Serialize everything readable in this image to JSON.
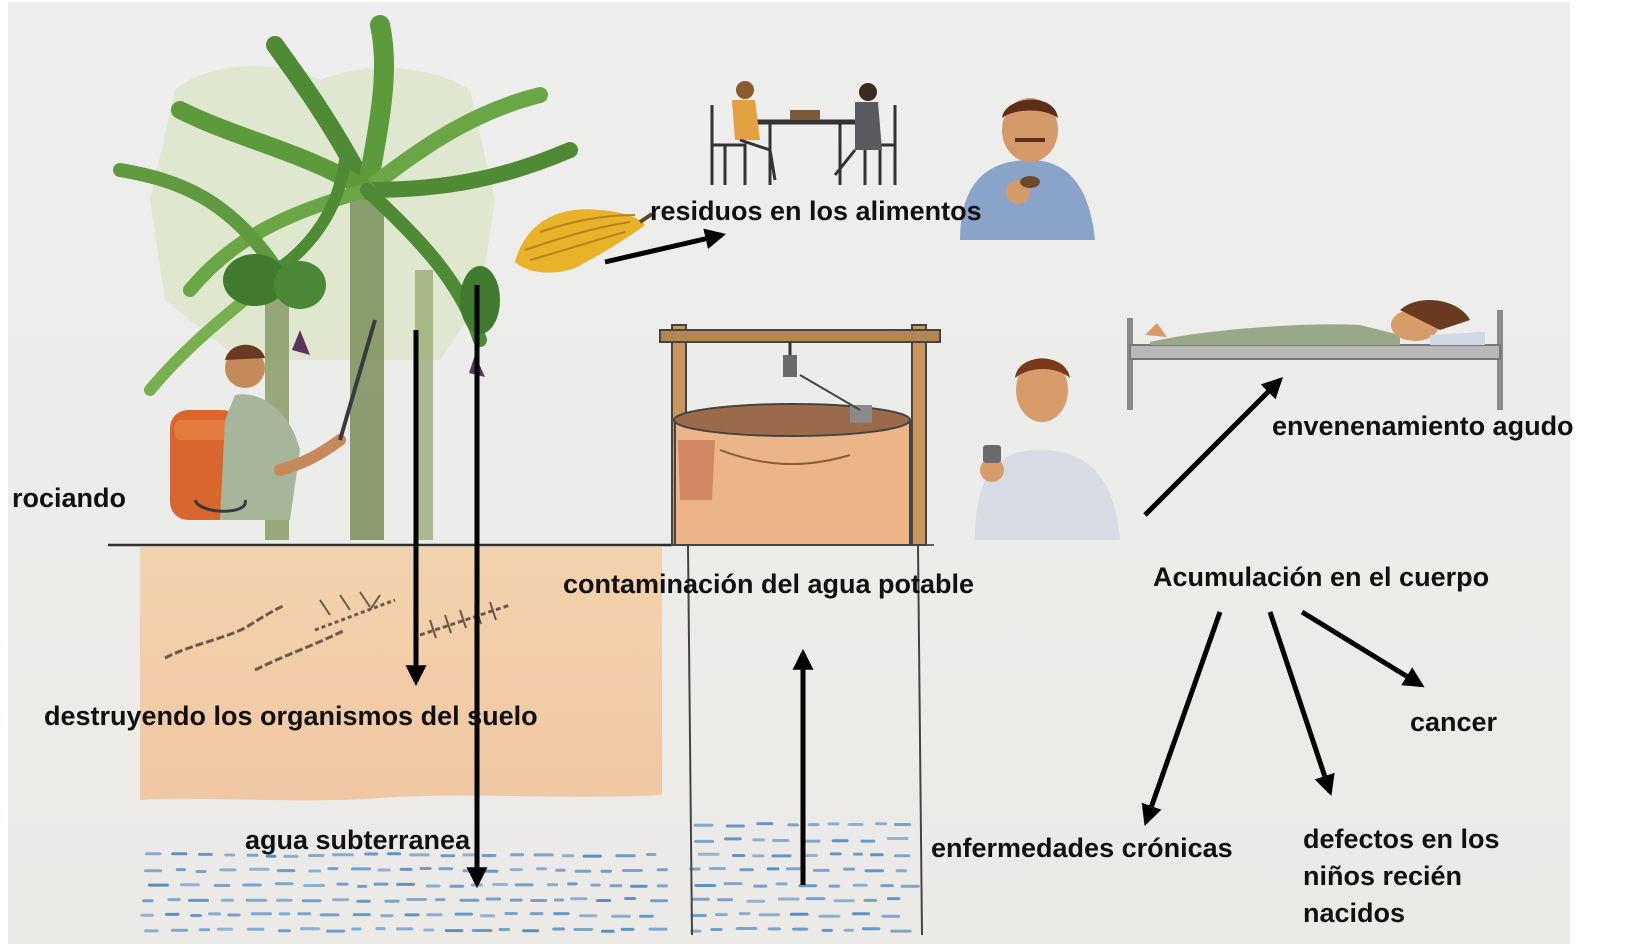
{
  "labels": {
    "spraying": "rociando",
    "food_residues": "residuos en los alimentos",
    "acute_poisoning": "envenenamiento agudo",
    "drinking_water": "contaminación del agua potable",
    "accumulation": "Acumulación en el cuerpo",
    "soil_organisms": "destruyendo los organismos del suelo",
    "cancer": "cancer",
    "groundwater": "agua subterranea",
    "chronic_diseases": "enfermedades crónicas",
    "birth_defects_1": "defectos en los",
    "birth_defects_2": "niños recién",
    "birth_defects_3": "nacidos"
  },
  "colors": {
    "soil": "#f2c9a0",
    "water_dash": "#4f8ac2",
    "foliage": "#5d9a3c",
    "banana": "#e8b22a",
    "well_stone": "#e5b07e",
    "arrow": "#000000"
  }
}
